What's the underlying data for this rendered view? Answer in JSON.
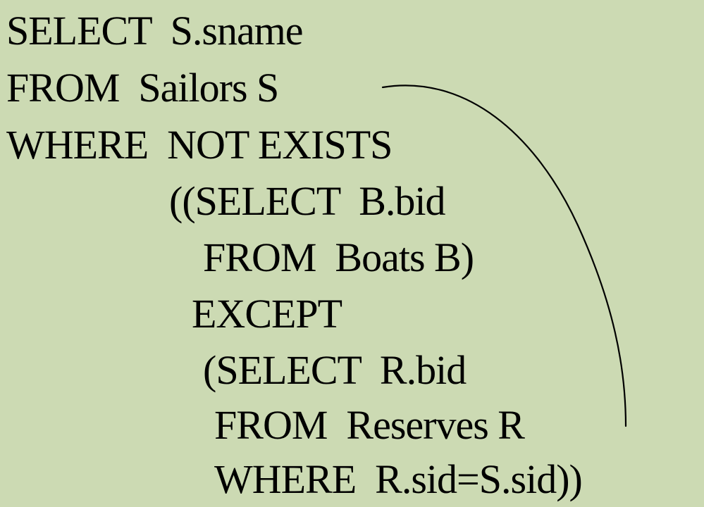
{
  "query": {
    "lines": [
      "SELECT  S.sname",
      "FROM  Sailors S",
      "WHERE  NOT EXISTS",
      "((SELECT  B.bid",
      "FROM  Boats B)",
      "EXCEPT",
      "(SELECT  R.bid",
      "FROM  Reserves R",
      "WHERE  R.sid=S.sid))"
    ]
  },
  "colors": {
    "background": "#ccdab3",
    "text": "#000000",
    "connector": "#000000"
  }
}
